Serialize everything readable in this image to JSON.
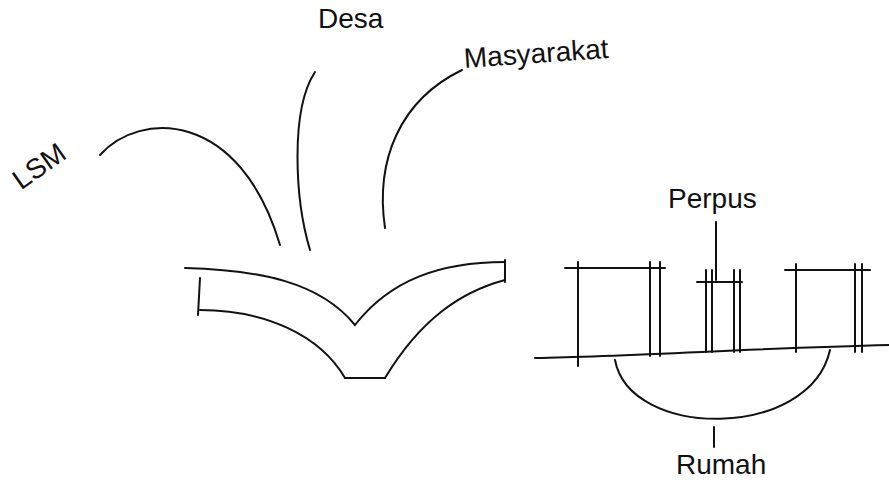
{
  "diagram": {
    "labels": [
      "LSM",
      "Desa",
      "Masyarakat",
      "Perpus",
      "Rumah"
    ]
  }
}
